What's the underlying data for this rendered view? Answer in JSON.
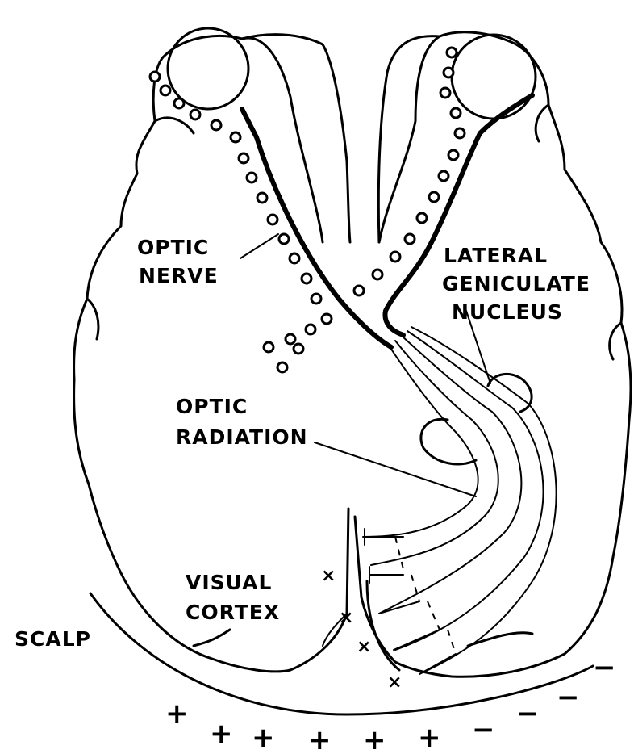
{
  "labels": {
    "optic_nerve": [
      "OPTIC",
      "NERVE"
    ],
    "lateral_geniculate_nucleus": [
      "LATERAL",
      "GENICULATE",
      "NUCLEUS"
    ],
    "optic_radiation": [
      "OPTIC",
      "RADIATION"
    ],
    "visual_cortex": [
      "VISUAL",
      "CORTEX"
    ],
    "scalp": "SCALP"
  },
  "signs": {
    "plus": "+",
    "minus": "−",
    "cross": "×"
  }
}
